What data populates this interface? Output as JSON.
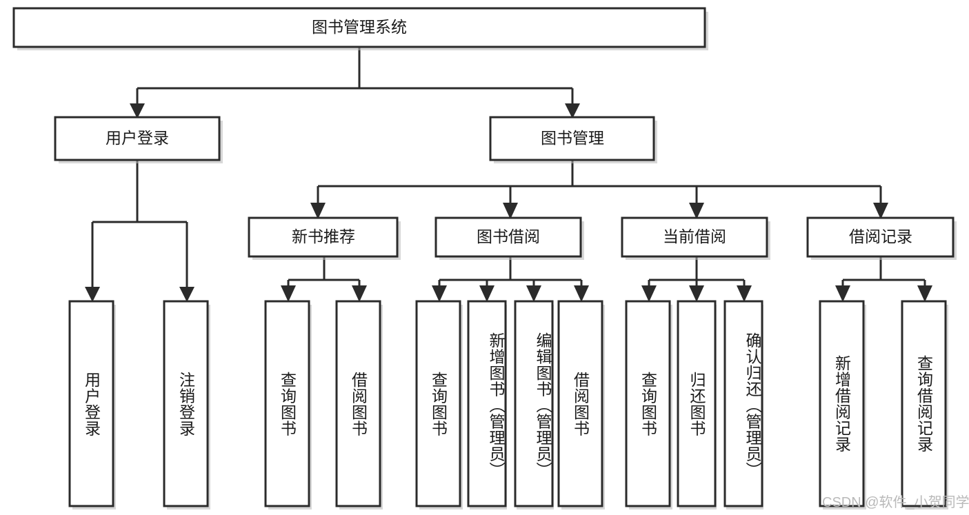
{
  "diagram": {
    "title_node": {
      "label": "图书管理系统"
    },
    "colors": {
      "box_stroke": "#2b2b2b",
      "box_fill": "#ffffff",
      "text": "#1a1a1a",
      "shadow": "#b8b8b8",
      "watermark": "#b9b9b9",
      "background": "#ffffff"
    },
    "level2": [
      {
        "label": "用户登录"
      },
      {
        "label": "图书管理"
      }
    ],
    "level3": [
      {
        "label": "新书推荐"
      },
      {
        "label": "图书借阅"
      },
      {
        "label": "当前借阅"
      },
      {
        "label": "借阅记录"
      }
    ],
    "leaves": {
      "user_login": [
        {
          "label": "用户登录"
        },
        {
          "label": "注销登录"
        }
      ],
      "new_book_recommend": [
        {
          "label": "查询图书"
        },
        {
          "label": "借阅图书"
        }
      ],
      "book_borrow": [
        {
          "label": "查询图书"
        },
        {
          "label": "新增图书（管理员）"
        },
        {
          "label": "编辑图书（管理员）"
        },
        {
          "label": "借阅图书"
        }
      ],
      "current_borrow": [
        {
          "label": "查询图书"
        },
        {
          "label": "归还图书"
        },
        {
          "label": "确认归还（管理员）"
        }
      ],
      "borrow_record": [
        {
          "label": "新增借阅记录"
        },
        {
          "label": "查询借阅记录"
        }
      ]
    }
  },
  "watermark": {
    "text": "CSDN @软件_小贺同学"
  }
}
